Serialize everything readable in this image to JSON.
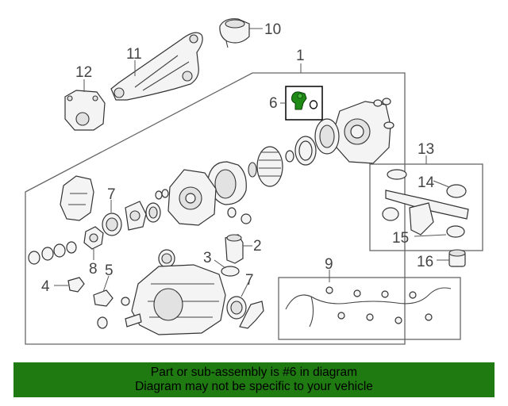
{
  "callouts": {
    "c1": "1",
    "c2": "2",
    "c3": "3",
    "c4": "4",
    "c5": "5",
    "c6": "6",
    "c7a": "7",
    "c7b": "7",
    "c8": "8",
    "c9": "9",
    "c10": "10",
    "c11": "11",
    "c12": "12",
    "c13": "13",
    "c14": "14",
    "c15": "15",
    "c16": "16"
  },
  "highlight": {
    "part": "6",
    "color": "#1f8a16"
  },
  "banner": {
    "line1": "Part or sub-assembly is #6 in diagram",
    "line2": "Diagram may not be specific to your vehicle",
    "color": "#1e7a11"
  }
}
